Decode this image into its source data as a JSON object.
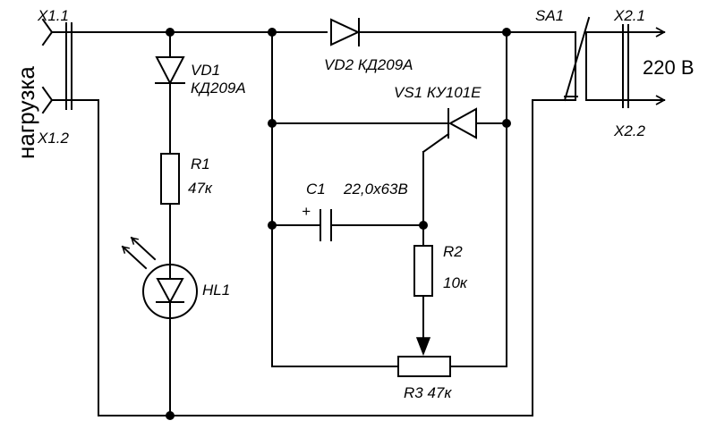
{
  "left_label": "нагрузка",
  "terminals": {
    "x1_1": "X1.1",
    "x1_2": "X1.2",
    "x2_1": "X2.1",
    "x2_2": "X2.2"
  },
  "switch": {
    "ref": "SA1"
  },
  "supply_voltage": "220 В",
  "components": {
    "vd1": {
      "ref": "VD1",
      "value": "КД209А"
    },
    "vd2": {
      "ref": "VD2",
      "value": "КД209А"
    },
    "vs1": {
      "ref": "VS1",
      "value": "КУ101Е"
    },
    "r1": {
      "ref": "R1",
      "value": "47к"
    },
    "hl1": {
      "ref": "HL1"
    },
    "c1": {
      "ref": "C1",
      "value": "22,0х63В",
      "polarity": "+"
    },
    "r2": {
      "ref": "R2",
      "value": "10к"
    },
    "r3": {
      "ref": "R3",
      "value": "47к"
    }
  }
}
